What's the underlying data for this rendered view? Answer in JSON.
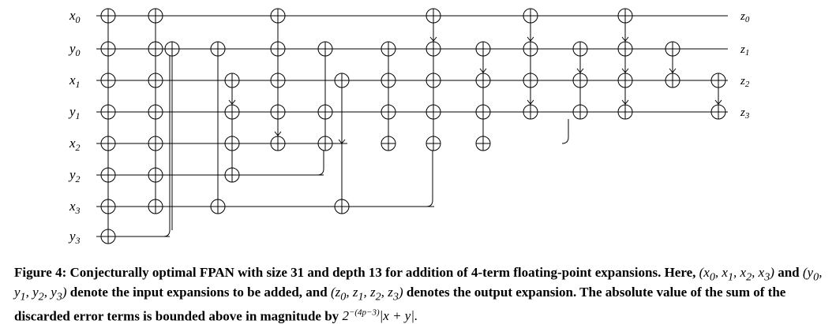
{
  "figure": {
    "input_labels": [
      {
        "base": "x",
        "sub": "0"
      },
      {
        "base": "y",
        "sub": "0"
      },
      {
        "base": "x",
        "sub": "1"
      },
      {
        "base": "y",
        "sub": "1"
      },
      {
        "base": "x",
        "sub": "2"
      },
      {
        "base": "y",
        "sub": "2"
      },
      {
        "base": "x",
        "sub": "3"
      },
      {
        "base": "y",
        "sub": "3"
      }
    ],
    "output_labels": [
      {
        "base": "z",
        "sub": "0"
      },
      {
        "base": "z",
        "sub": "1"
      },
      {
        "base": "z",
        "sub": "2"
      },
      {
        "base": "z",
        "sub": "3"
      }
    ]
  },
  "caption": {
    "label": "Figure 4:",
    "t1": "Conjecturally optimal FPAN with size 31 and depth 13 for addition of 4-term floating-point expansions. Here,",
    "x_tuple": "(x",
    "x_tuple_parts": [
      "(x",
      "0",
      ", x",
      "1",
      ", x",
      "2",
      ", x",
      "3",
      ")"
    ],
    "t2": "and",
    "y_tuple_parts": [
      "(y",
      "0",
      ", y",
      "1",
      ", y",
      "2",
      ", y",
      "3",
      ")"
    ],
    "t3": "denote the input expansions to be added, and",
    "z_tuple_parts": [
      "(z",
      "0",
      ", z",
      "1",
      ", z",
      "2",
      ", z",
      "3",
      ")"
    ],
    "t4": "denotes the output expansion. The absolute value of the sum of the discarded error terms is bounded above in magnitude by",
    "bound_base": "2",
    "bound_exp": "−(4p−3)",
    "bound_tail": "|x + y|.",
    "bound_tail_prefix": "",
    "end": ""
  },
  "colors": {
    "ink": "#000000",
    "background": "#ffffff"
  }
}
